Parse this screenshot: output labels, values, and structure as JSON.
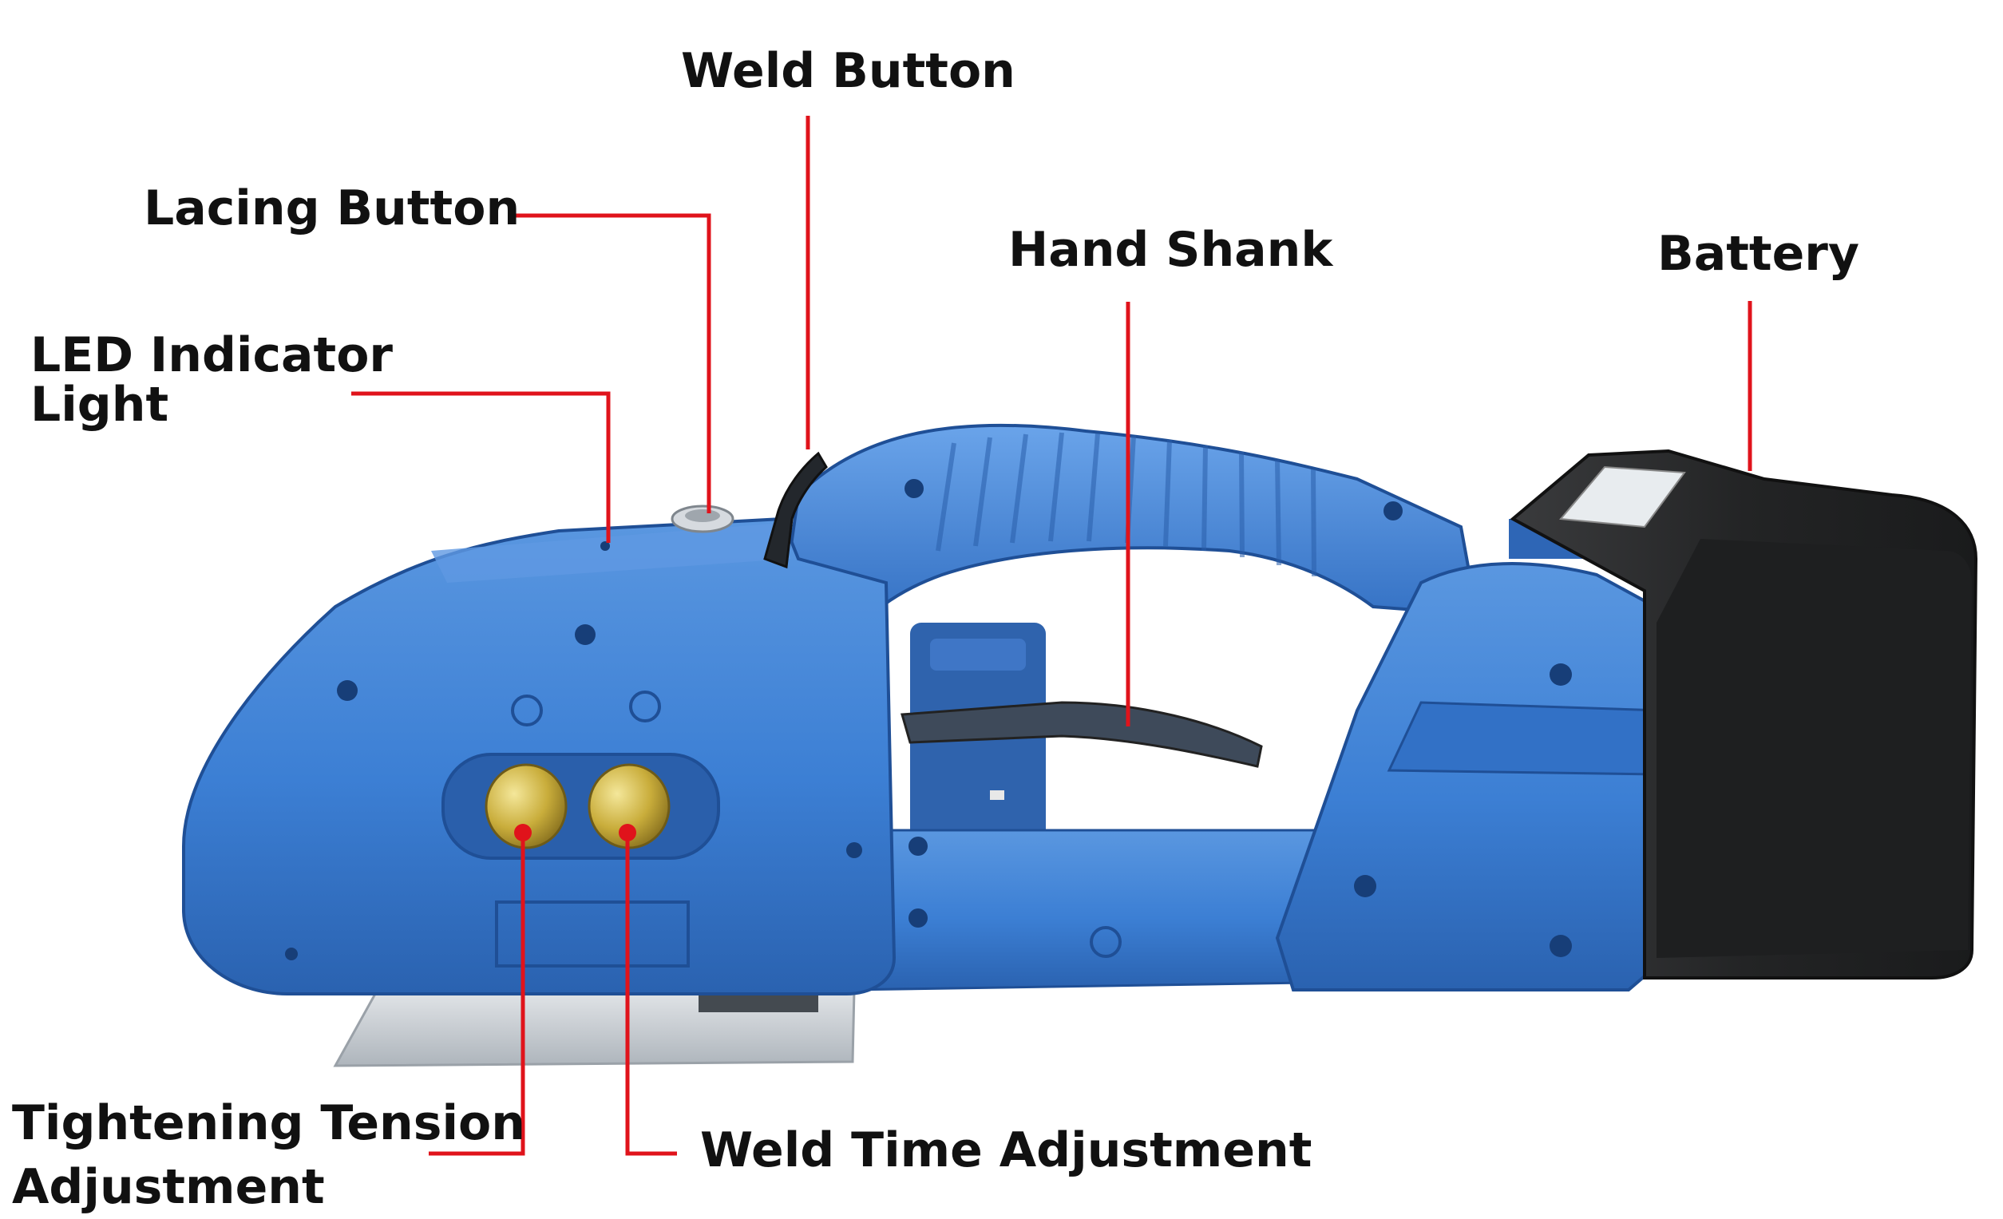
{
  "colors": {
    "leader": "#e0131b",
    "body_blue": "#3c7fd4",
    "body_blue_dark": "#23559d",
    "battery": "#252627",
    "brass": "#c9ad3b",
    "plate": "#c9ced3"
  },
  "labels": {
    "weld_button": "Weld Button",
    "lacing_button": "Lacing Button",
    "hand_shank": "Hand Shank",
    "battery": "Battery",
    "led_line1": "LED Indicator",
    "led_line2": "Light",
    "tension_line1": "Tightening Tension",
    "tension_line2": "Adjustment",
    "weld_time": "Weld Time Adjustment"
  }
}
